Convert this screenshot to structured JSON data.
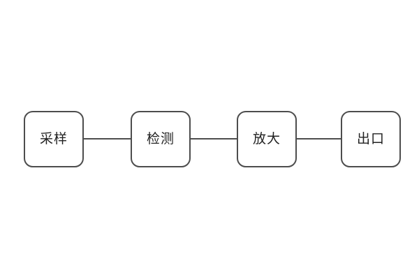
{
  "diagram": {
    "type": "flow",
    "direction": "horizontal",
    "nodes": [
      {
        "id": "sampling",
        "label": "采样"
      },
      {
        "id": "detection",
        "label": "检测"
      },
      {
        "id": "amplification",
        "label": "放大"
      },
      {
        "id": "outlet",
        "label": "出口"
      }
    ],
    "connections": [
      {
        "from": "sampling",
        "to": "detection"
      },
      {
        "from": "detection",
        "to": "amplification"
      },
      {
        "from": "amplification",
        "to": "outlet"
      }
    ],
    "colors": {
      "background": "#ffffff",
      "border": "#4d4d4d",
      "text": "#212121",
      "connector": "#4d4d4d"
    }
  }
}
